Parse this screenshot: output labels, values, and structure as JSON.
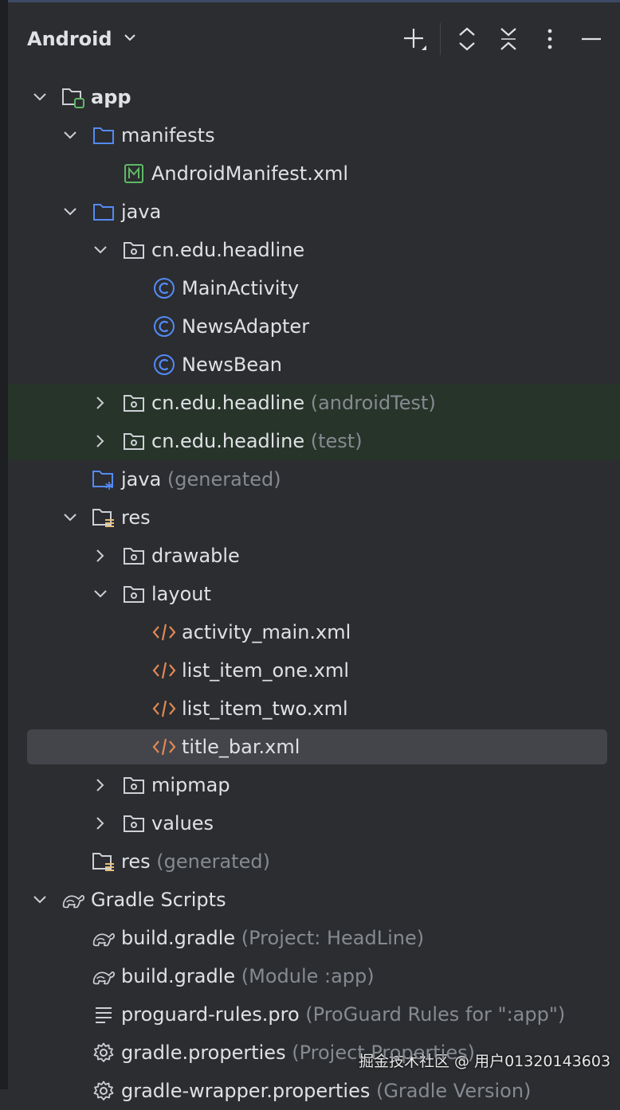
{
  "panel": {
    "title": "Android"
  },
  "tree": [
    {
      "label": "app",
      "hint": "",
      "icon": "module-folder-icon",
      "chevron": "down",
      "depth": 0,
      "bold": true
    },
    {
      "label": "manifests",
      "hint": "",
      "icon": "folder-icon",
      "chevron": "down",
      "depth": 1
    },
    {
      "label": "AndroidManifest.xml",
      "hint": "",
      "icon": "manifest-icon",
      "chevron": "",
      "depth": 2
    },
    {
      "label": "java",
      "hint": "",
      "icon": "folder-icon",
      "chevron": "down",
      "depth": 1
    },
    {
      "label": "cn.edu.headline",
      "hint": "",
      "icon": "package-icon",
      "chevron": "down",
      "depth": 2
    },
    {
      "label": "MainActivity",
      "hint": "",
      "icon": "class-icon",
      "chevron": "",
      "depth": 3
    },
    {
      "label": "NewsAdapter",
      "hint": "",
      "icon": "class-icon",
      "chevron": "",
      "depth": 3
    },
    {
      "label": "NewsBean",
      "hint": "",
      "icon": "class-icon",
      "chevron": "",
      "depth": 3
    },
    {
      "label": "cn.edu.headline",
      "hint": "(androidTest)",
      "icon": "package-icon",
      "chevron": "right",
      "depth": 2,
      "green": true
    },
    {
      "label": "cn.edu.headline",
      "hint": "(test)",
      "icon": "package-icon",
      "chevron": "right",
      "depth": 2,
      "green": true
    },
    {
      "label": "java",
      "hint": "(generated)",
      "icon": "generated-folder-icon",
      "chevron": "",
      "depth": 1
    },
    {
      "label": "res",
      "hint": "",
      "icon": "resource-folder-icon",
      "chevron": "down",
      "depth": 1
    },
    {
      "label": "drawable",
      "hint": "",
      "icon": "package-icon",
      "chevron": "right",
      "depth": 2
    },
    {
      "label": "layout",
      "hint": "",
      "icon": "package-icon",
      "chevron": "down",
      "depth": 2
    },
    {
      "label": "activity_main.xml",
      "hint": "",
      "icon": "xml-icon",
      "chevron": "",
      "depth": 3
    },
    {
      "label": "list_item_one.xml",
      "hint": "",
      "icon": "xml-icon",
      "chevron": "",
      "depth": 3
    },
    {
      "label": "list_item_two.xml",
      "hint": "",
      "icon": "xml-icon",
      "chevron": "",
      "depth": 3
    },
    {
      "label": "title_bar.xml",
      "hint": "",
      "icon": "xml-icon",
      "chevron": "",
      "depth": 3,
      "selected": true
    },
    {
      "label": "mipmap",
      "hint": "",
      "icon": "package-icon",
      "chevron": "right",
      "depth": 2
    },
    {
      "label": "values",
      "hint": "",
      "icon": "package-icon",
      "chevron": "right",
      "depth": 2
    },
    {
      "label": "res",
      "hint": "(generated)",
      "icon": "resource-folder-icon",
      "chevron": "",
      "depth": 1
    },
    {
      "label": "Gradle Scripts",
      "hint": "",
      "icon": "gradle-icon",
      "chevron": "down",
      "depth": 0
    },
    {
      "label": "build.gradle",
      "hint": "(Project: HeadLine)",
      "icon": "gradle-icon",
      "chevron": "",
      "depth": 1
    },
    {
      "label": "build.gradle",
      "hint": "(Module :app)",
      "icon": "gradle-icon",
      "chevron": "",
      "depth": 1
    },
    {
      "label": "proguard-rules.pro",
      "hint": "(ProGuard Rules for \":app\")",
      "icon": "text-file-icon",
      "chevron": "",
      "depth": 1
    },
    {
      "label": "gradle.properties",
      "hint": "(Project Properties)",
      "icon": "settings-file-icon",
      "chevron": "",
      "depth": 1
    },
    {
      "label": "gradle-wrapper.properties",
      "hint": "(Gradle Version)",
      "icon": "settings-file-icon",
      "chevron": "",
      "depth": 1
    }
  ],
  "watermark": "掘金技术社区 @ 用户01320143603",
  "colors": {
    "background": "#2b2d30",
    "text": "#dfe1e5",
    "hint": "#868a91",
    "folder": "#548af7",
    "class": "#548af7",
    "manifest": "#5fb865",
    "xml": "#e08855",
    "selection": "#43454a",
    "test_highlight": "#27342a"
  }
}
